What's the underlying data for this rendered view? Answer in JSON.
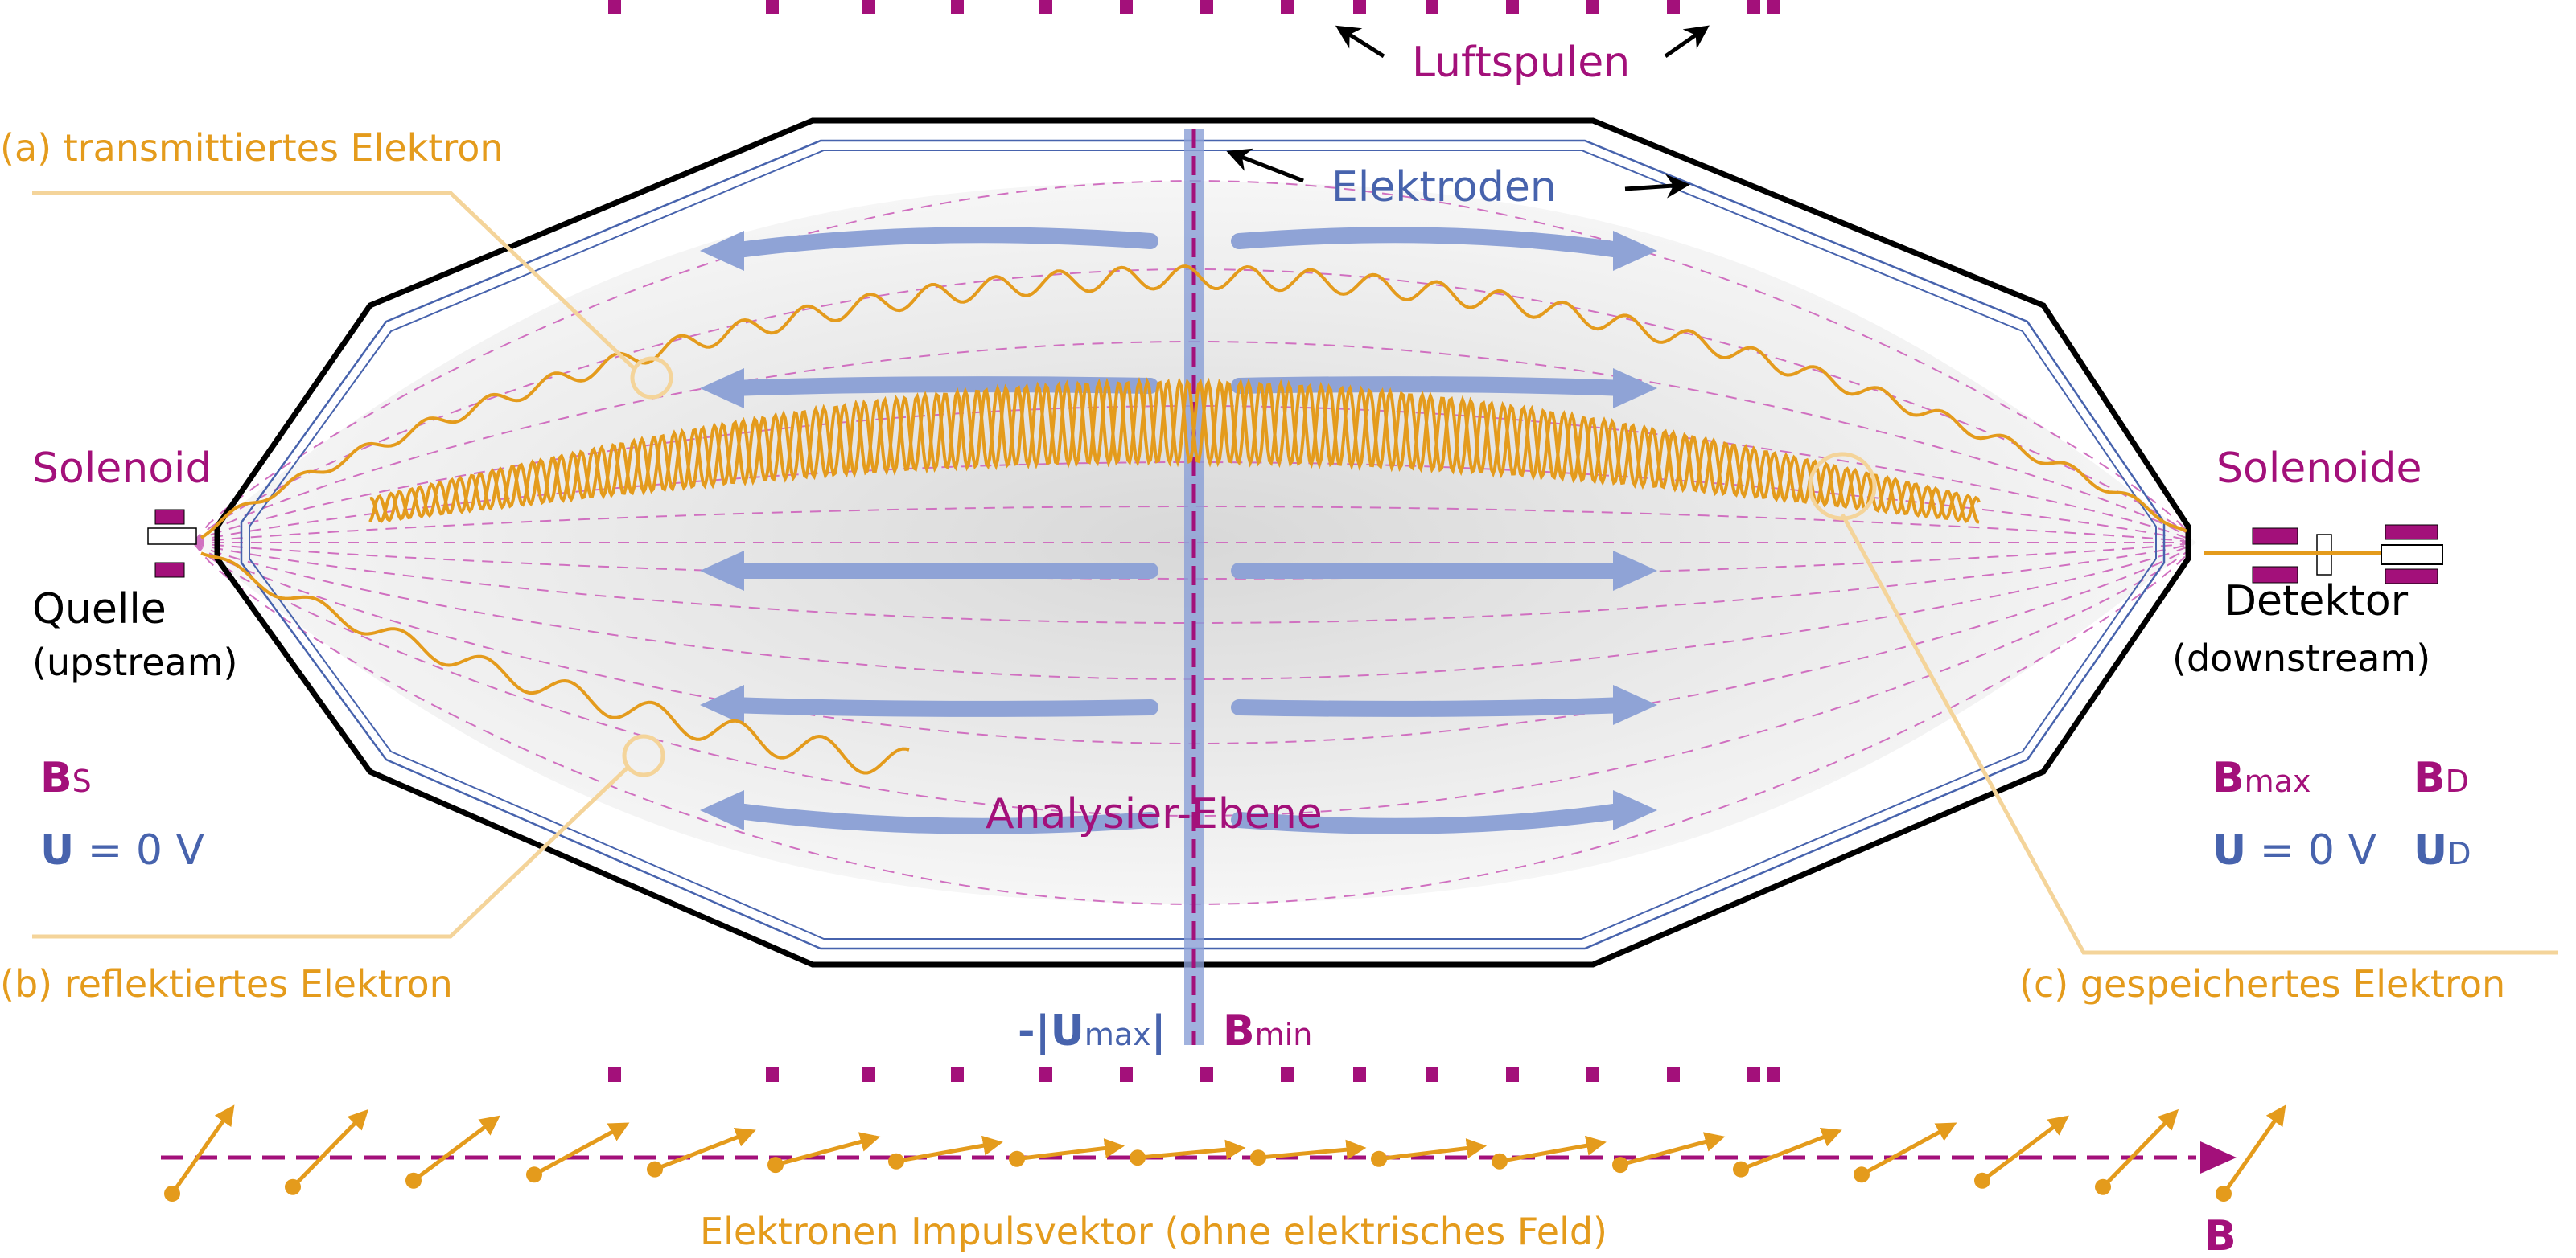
{
  "colors": {
    "magenta": "#a3107a",
    "blue": "#4763ad",
    "orange": "#e49b1c",
    "black": "#000000",
    "field_line": "#d070c0"
  },
  "labels": {
    "luftspulen": "Luftspulen",
    "elektroden": "Elektroden",
    "transmitted": "(a) transmittiertes Elektron",
    "reflected": "(b) reflektiertes Elektron",
    "stored": "(c) gespeichertes Elektron",
    "solenoid_left": "Solenoid",
    "solenoid_right": "Solenoide",
    "source": "Quelle",
    "upstream": "(upstream)",
    "detector": "Detektor",
    "downstream": "(downstream)",
    "analysis_plane": "Analysier-Ebene",
    "momentum": "Elektronen Impulsvektor (ohne elektrisches Feld)",
    "b_axis": "B"
  },
  "quantities": {
    "bs": {
      "main": "B",
      "sub": "S"
    },
    "u_left": {
      "main": "U",
      "rest": " = 0 V"
    },
    "bmax": {
      "main": "B",
      "sub": "max"
    },
    "bd": {
      "main": "B",
      "sub": "D"
    },
    "u_right": {
      "main": "U",
      "rest": " = 0 V"
    },
    "ud": {
      "main": "U",
      "sub": "D"
    },
    "umax": {
      "prefix": "-|",
      "main": "U",
      "sub": "max",
      "suffix": "|"
    },
    "bmin": {
      "main": "B",
      "sub": "min"
    }
  }
}
